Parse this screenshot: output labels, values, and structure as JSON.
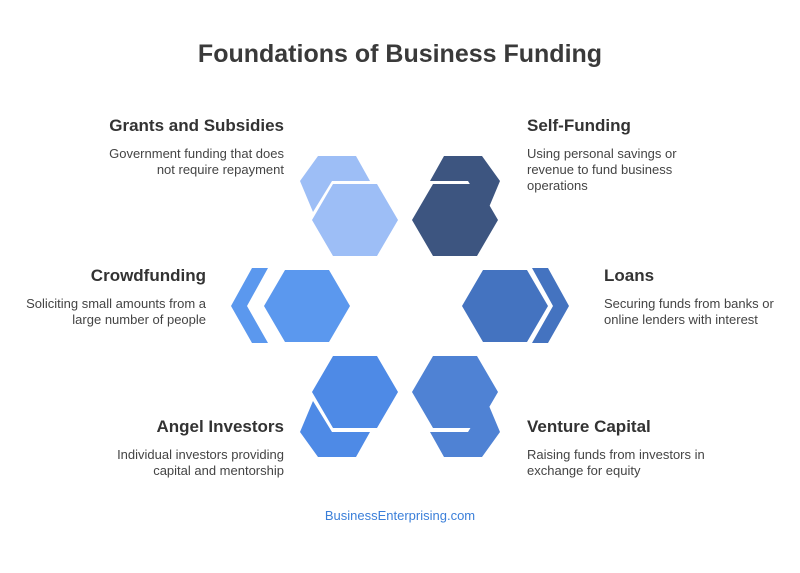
{
  "title": "Foundations of Business Funding",
  "items": [
    {
      "heading": "Grants and Subsidies",
      "description": "Government funding that does not require repayment",
      "color": "#9dbef6"
    },
    {
      "heading": "Self-Funding",
      "description": "Using personal savings or revenue to fund business operations",
      "color": "#3d5580"
    },
    {
      "heading": "Crowdfunding",
      "description": "Soliciting small amounts from a large number of people",
      "color": "#5b98ee"
    },
    {
      "heading": "Loans",
      "description": "Securing funds from banks or online lenders with interest",
      "color": "#4473c0"
    },
    {
      "heading": "Angel Investors",
      "description": "Individual investors providing capital and mentorship",
      "color": "#4e8ae6"
    },
    {
      "heading": "Venture Capital",
      "description": "Raising funds from investors in exchange for equity",
      "color": "#4f82d4"
    }
  ],
  "footer": "BusinessEnterprising.com"
}
